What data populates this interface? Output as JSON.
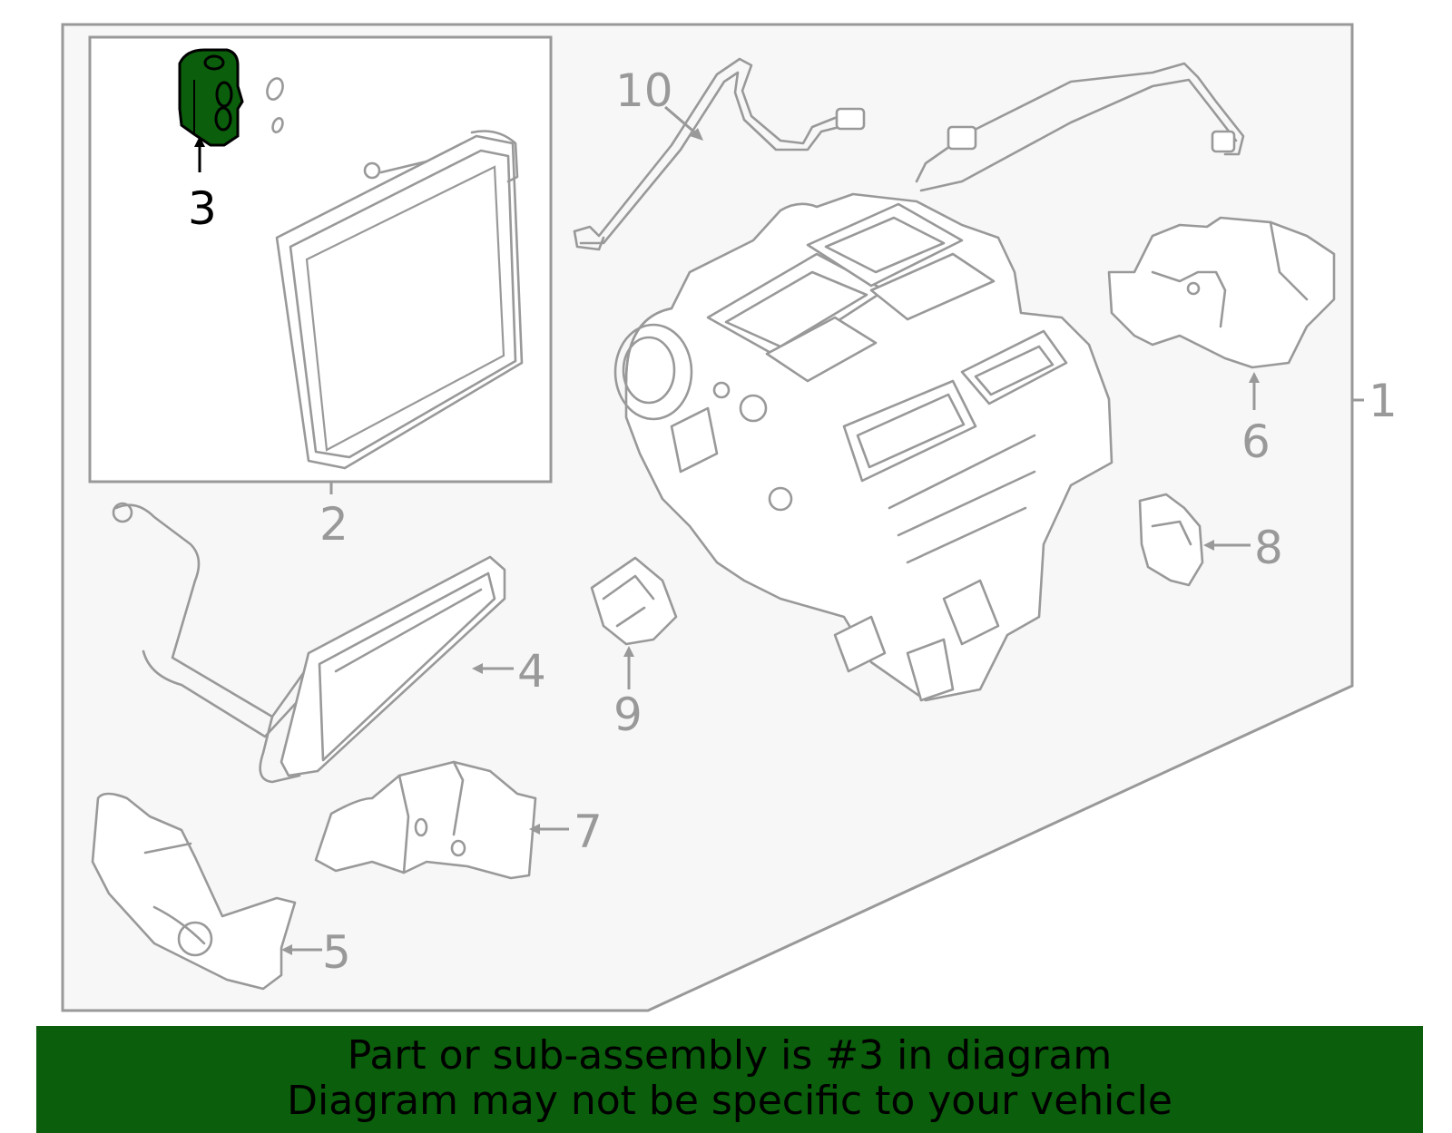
{
  "diagram": {
    "callouts": [
      "1",
      "2",
      "3",
      "4",
      "5",
      "6",
      "7",
      "8",
      "9",
      "10"
    ],
    "highlighted_part": "3",
    "highlight_color": "#0b5e0b",
    "line_color": "#999999",
    "panel_fill": "#f7f7f7"
  },
  "banner": {
    "line1": "Part or sub-assembly is #3 in diagram",
    "line2": "Diagram may not be specific to your vehicle",
    "background": "#0b5e0b"
  }
}
